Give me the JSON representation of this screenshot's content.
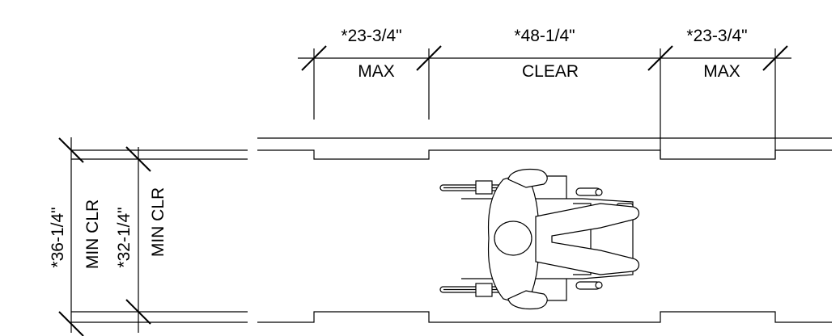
{
  "dimensions": {
    "top_left": {
      "value": "*23-3/4\"",
      "note": "MAX"
    },
    "top_center": {
      "value": "*48-1/4\"",
      "note": "CLEAR"
    },
    "top_right": {
      "value": "*23-3/4\"",
      "note": "MAX"
    },
    "left_outer": {
      "value": "*36-1/4\"",
      "note": "MIN CLR"
    },
    "left_inner": {
      "value": "*32-1/4\"",
      "note": "MIN CLR"
    }
  },
  "figure": {
    "icon": "wheelchair-user-top-view-icon"
  },
  "colors": {
    "line": "#000000",
    "background": "#ffffff"
  }
}
